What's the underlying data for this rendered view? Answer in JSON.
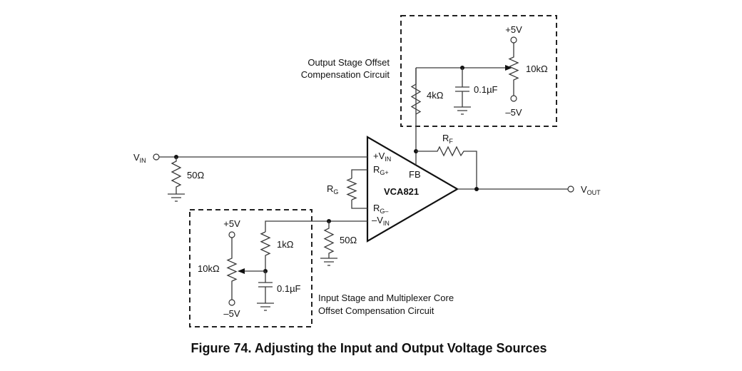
{
  "caption": "Figure 74.  Adjusting the Input and Output Voltage Sources",
  "amplifier": {
    "name": "VCA821",
    "pin_plus_vin": "+V",
    "pin_plus_vin_sub": "IN",
    "pin_rg_plus": "R",
    "pin_rg_plus_sub": "G+",
    "pin_rg_minus": "R",
    "pin_rg_minus_sub": "G–",
    "pin_minus_vin": "–V",
    "pin_minus_vin_sub": "IN",
    "pin_fb": "FB"
  },
  "input": {
    "label": "V",
    "label_sub": "IN",
    "termination": "50Ω"
  },
  "output": {
    "label": "V",
    "label_sub": "OUT"
  },
  "gain_resistor": {
    "label": "R",
    "label_sub": "G"
  },
  "feedback_resistor": {
    "label": "R",
    "label_sub": "F"
  },
  "output_comp": {
    "title_line1": "Output Stage Offset",
    "title_line2": "Compensation Circuit",
    "resistor": "4kΩ",
    "capacitor": "0.1µF",
    "pot": "10kΩ",
    "supply_pos": "+5V",
    "supply_neg": "–5V"
  },
  "input_comp": {
    "title_line1": "Input Stage and Multiplexer Core",
    "title_line2": "Offset Compensation Circuit",
    "resistor": "1kΩ",
    "capacitor": "0.1µF",
    "pot": "10kΩ",
    "supply_pos": "+5V",
    "supply_neg": "–5V",
    "termination": "50Ω"
  }
}
